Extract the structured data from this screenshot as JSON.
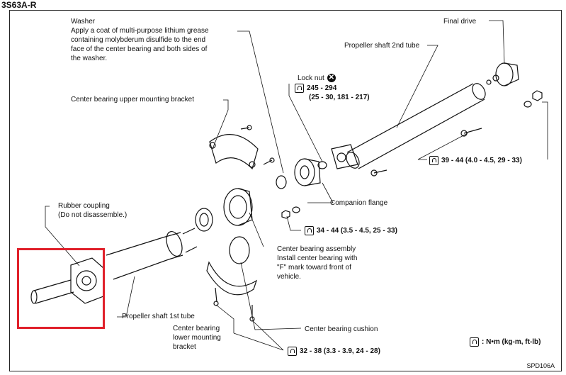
{
  "header": {
    "diagram_id": "3S63A-R",
    "figure_code": "SPD106A"
  },
  "labels": {
    "washer": "Washer\nApply a coat of multi-purpose lithium grease\ncontaining molybderum disulfide to the end\nface of the center bearing and both sides of\nthe washer.",
    "final_drive": "Final drive",
    "prop_shaft_2nd": "Propeller shaft 2nd tube",
    "lock_nut": "Lock nut",
    "center_upper": "Center bearing upper mounting bracket",
    "companion_flange": "Companion flange",
    "rubber_coupling": "Rubber coupling\n(Do not disassemble.)",
    "center_assembly": "Center bearing assembly\nInstall center bearing with\n\"F\" mark toward front of\nvehicle.",
    "prop_shaft_1st": "Propeller shaft 1st tube",
    "center_lower": "Center bearing\nlower mounting\nbracket",
    "center_cushion": "Center bearing cushion"
  },
  "torques": {
    "lock_nut_line1": "245 - 294",
    "lock_nut_line2": "(25 - 30, 181 - 217)",
    "final_drive": "39 - 44 (4.0 - 4.5, 29 - 33)",
    "companion": "34 - 44 (3.5 - 4.5, 25 - 33)",
    "lower_bracket": "32 - 38 (3.3 - 3.9, 24 - 28)"
  },
  "legend": {
    "units": ": N•m (kg-m, ft-lb)"
  },
  "colors": {
    "highlight": "#e0202a"
  }
}
